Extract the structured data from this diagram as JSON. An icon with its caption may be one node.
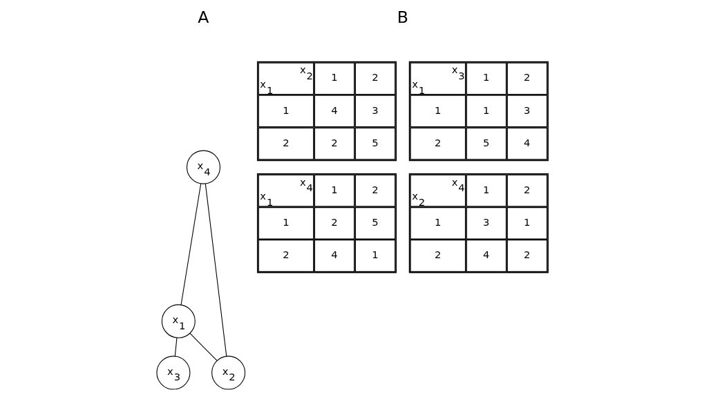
{
  "diagram": {
    "nodes": [
      {
        "text": [
          "x$_{4}$"
        ]
      },
      {
        "text": [
          "x$_{1}$"
        ]
      },
      {
        "text": [
          "x$_{3}$"
        ]
      },
      {
        "text": [
          "x$_{2}$"
        ]
      }
    ],
    "edges": [
      {
        "from": 0,
        "to": 1,
        "arrow": "none"
      },
      {
        "from": 0,
        "to": 3,
        "arrow": "none"
      },
      {
        "from": 1,
        "to": 2,
        "arrow": "none"
      },
      {
        "from": 1,
        "to": 3,
        "arrow": "none"
      }
    ],
    "labels": [
      "A",
      "B",
      "x$_{2}$",
      "x$_{1}$",
      "1",
      "2",
      "1",
      "4",
      "3",
      "2",
      "2",
      "5",
      "x$_{3}$",
      "x$_{1}$",
      "1",
      "2",
      "1",
      "1",
      "3",
      "2",
      "5",
      "4",
      "x$_{4}$",
      "x$_{1}$",
      "1",
      "2",
      "1",
      "2",
      "5",
      "2",
      "4",
      "1",
      "x$_{4}$",
      "x$_{2}$",
      "1",
      "2",
      "1",
      "3",
      "1",
      "2",
      "4",
      "2"
    ]
  }
}
